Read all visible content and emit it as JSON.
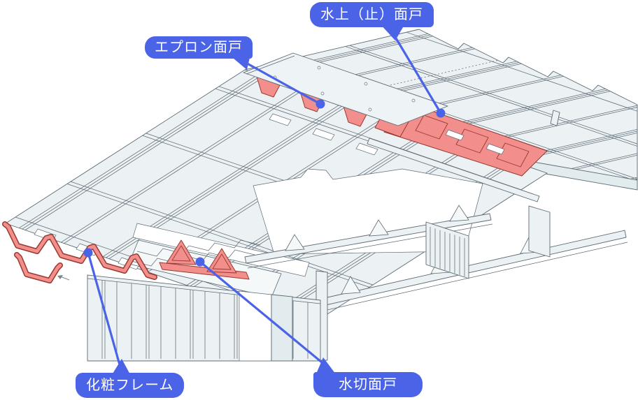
{
  "diagram": {
    "callouts": [
      {
        "id": "mizukami-dome-mendo",
        "text": "水上（止）面戸"
      },
      {
        "id": "apron-mendo",
        "text": "エプロン面戸"
      },
      {
        "id": "kesho-frame",
        "text": "化粧フレーム"
      },
      {
        "id": "mizukiri-mendo",
        "text": "水切面戸"
      }
    ],
    "colors": {
      "callout_bg": "#4a63e7",
      "leader_line": "#4a63e7",
      "highlight_fill": "#f28e8c",
      "highlight_stroke": "#99392f",
      "panel_fill": "#ecf2f3",
      "panel_stroke": "#5d6a75",
      "background": "#ffffff"
    }
  }
}
